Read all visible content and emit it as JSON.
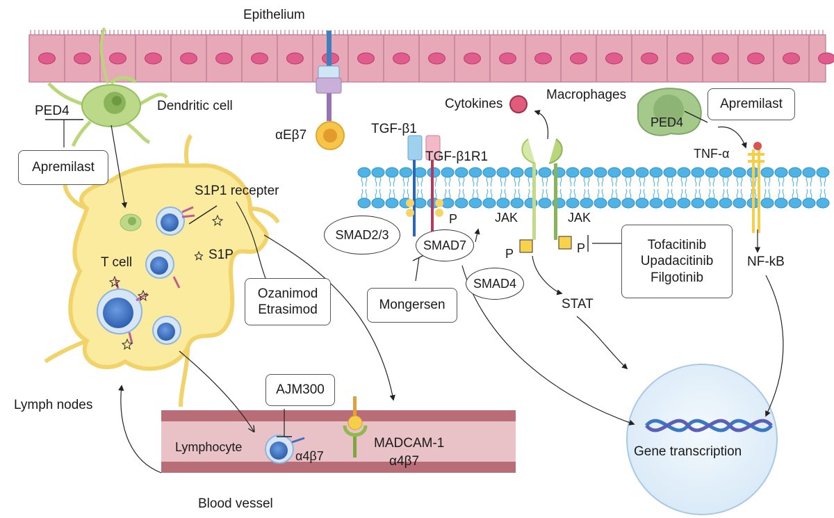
{
  "labels": {
    "epithelium": "Epithelium",
    "dendritic_cell": "Dendritic cell",
    "ped4_left": "PED4",
    "alpha_e_beta7": "αEβ7",
    "s1p1_receptor": "S1P1 recepter",
    "s1p": "S1P",
    "t_cell": "T cell",
    "lymph_nodes": "Lymph nodes",
    "lymphocyte": "Lymphocyte",
    "alpha4beta7_lymphocyte": "α4β7",
    "madcam1": "MADCAM-1",
    "alpha4beta7_vessel": "α4β7",
    "blood_vessel": "Blood vessel",
    "tgf_beta1": "TGF-β1",
    "tgf_beta1r1": "TGF-β1R1",
    "smad23": "SMAD2/3",
    "smad7": "SMAD7",
    "smad4": "SMAD4",
    "p_smad": "P",
    "cytokines": "Cytokines",
    "macrophages": "Macrophages",
    "ped4_right": "PED4",
    "tnf_alpha": "TNF-α",
    "jak_left": "JAK",
    "jak_right": "JAK",
    "p_jak_left": "P",
    "p_jak_right": "P",
    "stat": "STAT",
    "nfkb": "NF-kB",
    "gene_transcription": "Gene transcription"
  },
  "drug_boxes": {
    "apremilast_left": "Apremilast",
    "ozanimod": "Ozanimod",
    "etrasimod": "Etrasimod",
    "ajm300": "AJM300",
    "mongersen": "Mongersen",
    "apremilast_right": "Apremilast",
    "tofacitinib": "Tofacitinib",
    "upadacitinib": "Upadacitinib",
    "filgotinib": "Filgotinib"
  },
  "colors": {
    "epithelium": "#e7a8b8",
    "nucleus": "#e05c8c",
    "lymph_node": "#fbeb9e",
    "lymph_node_edge": "#f2d36a",
    "vessel": "#e2b2b6",
    "vessel_edge": "#b05e68",
    "membrane_head": "#4fb3e6",
    "macrophage": "#a5c98a",
    "dna_circle": "#e6f2fb",
    "cell_blue": "#3e74c6"
  }
}
